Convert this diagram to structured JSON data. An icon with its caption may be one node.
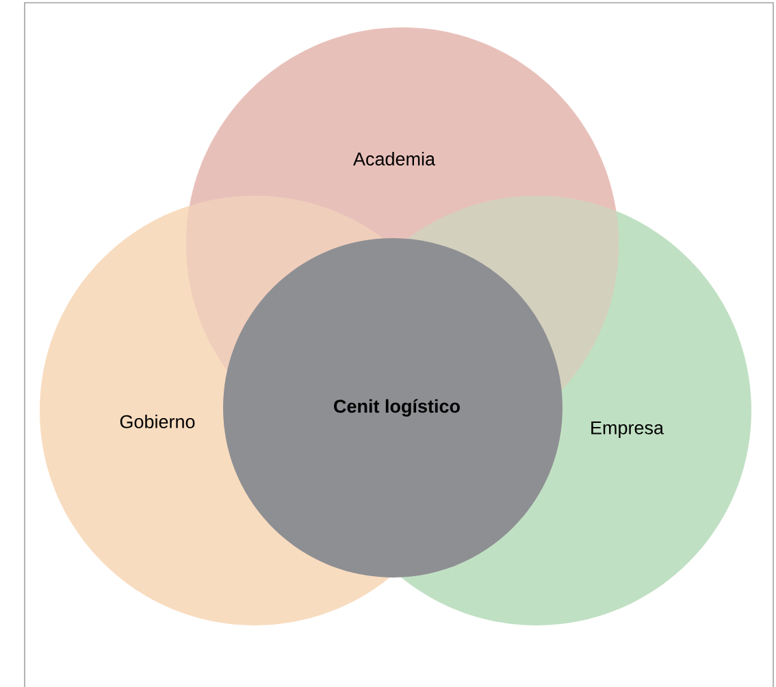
{
  "diagram": {
    "nodes": [
      {
        "text": [
          "Academia"
        ]
      },
      {
        "text": [
          "Gobierno"
        ]
      },
      {
        "text": [
          "Cenit logístico"
        ]
      },
      {
        "text": [
          "Empresa"
        ]
      }
    ]
  }
}
